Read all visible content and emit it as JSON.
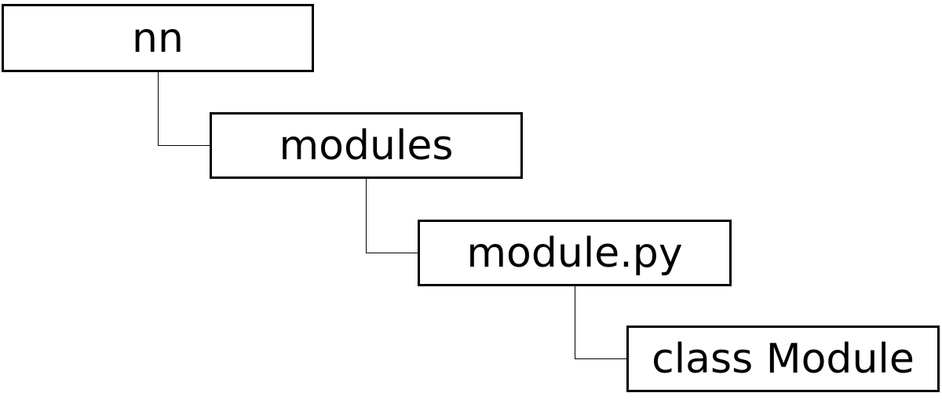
{
  "colors": {
    "background": "#ffffff",
    "box_fill": "#ffffff",
    "box_border": "#000000",
    "text": "#000000",
    "connector_line": "#000000"
  },
  "diagram": {
    "type": "tree",
    "orientation": "staircase-top-left-to-bottom-right",
    "nodes": [
      {
        "label": "nn",
        "level": 0
      },
      {
        "label": "modules",
        "level": 1
      },
      {
        "label": "module.py",
        "level": 2
      },
      {
        "label": "class Module",
        "level": 3
      }
    ],
    "edges": [
      {
        "from": "nn",
        "to": "modules",
        "style": "elbow"
      },
      {
        "from": "modules",
        "to": "module.py",
        "style": "elbow"
      },
      {
        "from": "module.py",
        "to": "class Module",
        "style": "elbow"
      }
    ]
  }
}
